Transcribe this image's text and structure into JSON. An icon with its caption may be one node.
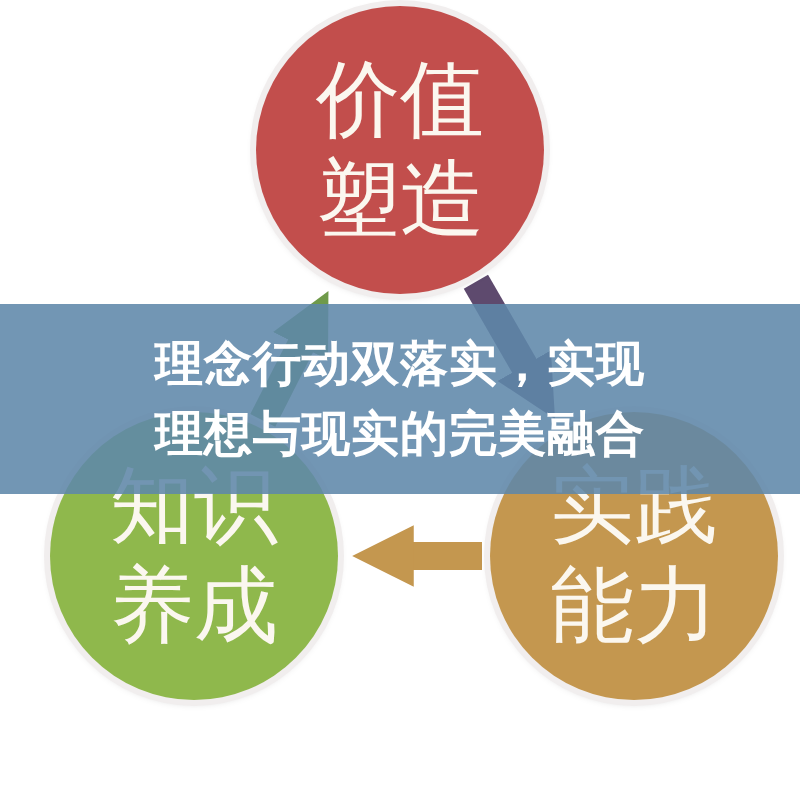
{
  "diagram": {
    "title": "理念行动双落实，实现理想与现实的完美融合",
    "nodes": [
      {
        "text": [
          "价值塑造"
        ]
      },
      {
        "text": [
          "知识养成"
        ]
      },
      {
        "text": [
          "实践能力"
        ]
      }
    ],
    "edges": [
      {
        "from": 0,
        "to": 2,
        "arrow": "to",
        "color": "#5e4a6e"
      },
      {
        "from": 2,
        "to": 1,
        "arrow": "to",
        "color": "#c4974f"
      },
      {
        "from": 1,
        "to": 0,
        "arrow": "to",
        "color": "#6f9a4a"
      }
    ]
  }
}
